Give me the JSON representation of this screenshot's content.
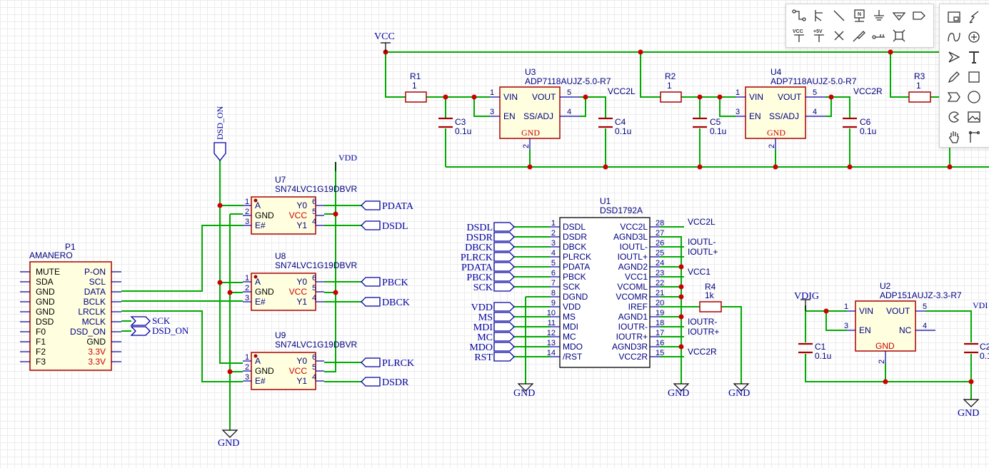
{
  "nets": {
    "vcc": "VCC",
    "vdd": "VDD",
    "vdig": "VDIG",
    "vdig_right": "VDI",
    "dsd_on": "DSD_ON",
    "gnd": "GND",
    "pdata": "PDATA",
    "dsdl": "DSDL",
    "pbck": "PBCK",
    "dbck": "DBCK",
    "plrck": "PLRCK",
    "dsdr": "DSDR",
    "sck": "SCK",
    "vcc2l": "VCC2L",
    "vcc2r": "VCC2R",
    "iout_l_neg": "IOUTL-",
    "iout_l_pos": "IOUTL+",
    "vcc1": "VCC1",
    "iout_r_neg": "IOUTR-",
    "iout_r_pos": "IOUTR+"
  },
  "left_flags": [
    "DSDL",
    "DSDR",
    "DBCK",
    "PLRCK",
    "PDATA",
    "PBCK",
    "SCK",
    "VDD",
    "MS",
    "MDI",
    "MC",
    "MDO",
    "RST"
  ],
  "components": {
    "p1": {
      "ref": "P1",
      "part": "AMANERO",
      "left_pins": [
        "MUTE",
        "SDA",
        "GND",
        "GND",
        "GND",
        "DSD",
        "F0",
        "F1",
        "F2",
        "F3"
      ],
      "right_pins": [
        "P-ON",
        "SCL",
        "DATA",
        "BCLK",
        "LRCLK",
        "MCLK",
        "DSD_ON",
        "GND",
        "3.3V",
        "3.3V"
      ]
    },
    "buffer": {
      "part": "SN74LVC1G19DBVR",
      "refs": [
        "U7",
        "U8",
        "U9"
      ],
      "left_pins": [
        "A",
        "GND",
        "E#"
      ],
      "right_pins": [
        "Y0",
        "VCC",
        "Y1"
      ],
      "left_nums": [
        "1",
        "2",
        "3"
      ],
      "right_nums": [
        "6",
        "5",
        "4"
      ]
    },
    "ldo5": {
      "part": "ADP7118AUJZ-5.0-R7",
      "refs": [
        "U3",
        "U4"
      ],
      "pins": [
        "VIN",
        "VOUT",
        "EN",
        "SS/ADJ",
        "GND"
      ],
      "nums": [
        "1",
        "5",
        "3",
        "4",
        "2"
      ]
    },
    "ldo33": {
      "ref": "U2",
      "part": "ADP151AUJZ-3.3-R7",
      "pins": [
        "VIN",
        "VOUT",
        "EN",
        "NC",
        "GND"
      ],
      "nums": [
        "1",
        "5",
        "3",
        "4",
        "2"
      ]
    },
    "dac": {
      "ref": "U1",
      "part": "DSD1792A",
      "left_pins": [
        "DSDL",
        "DSDR",
        "DBCK",
        "PLRCK",
        "PDATA",
        "PBCK",
        "SCK",
        "DGND",
        "VDD",
        "MS",
        "MDI",
        "MC",
        "MDO",
        "/RST"
      ],
      "left_nums": [
        "1",
        "2",
        "3",
        "4",
        "5",
        "6",
        "7",
        "8",
        "9",
        "10",
        "11",
        "12",
        "13",
        "14"
      ],
      "right_pins": [
        "VCC2L",
        "AGND3L",
        "IOUTL-",
        "IOUTL+",
        "AGND2",
        "VCC1",
        "VCOML",
        "VCOMR",
        "IREF",
        "AGND1",
        "IOUTR-",
        "IOUTR+",
        "AGND3R",
        "VCC2R"
      ],
      "right_nums": [
        "28",
        "27",
        "26",
        "25",
        "24",
        "23",
        "22",
        "21",
        "20",
        "19",
        "18",
        "17",
        "16",
        "15"
      ]
    },
    "resistors": [
      {
        "ref": "R1",
        "value": "1"
      },
      {
        "ref": "R2",
        "value": "1"
      },
      {
        "ref": "R3",
        "value": "1"
      },
      {
        "ref": "R4",
        "value": "1k"
      }
    ],
    "capacitors": [
      {
        "ref": "C3",
        "value": "0.1u"
      },
      {
        "ref": "C4",
        "value": "0.1u"
      },
      {
        "ref": "C5",
        "value": "0.1u"
      },
      {
        "ref": "C6",
        "value": "0.1u"
      },
      {
        "ref": "C1",
        "value": "0.1u"
      },
      {
        "ref": "C2",
        "value": "0.1"
      }
    ]
  },
  "toolbar": {
    "row1": [
      "wire-tool-icon",
      "bus-entry-icon",
      "line-icon",
      "net-label-icon",
      "ground-icon",
      "ground-triangle-icon",
      "net-port-icon"
    ],
    "row2": [
      "vcc-icon",
      "plus5v-icon",
      "no-connect-icon",
      "probe-icon",
      "pin-icon",
      "bus-icon"
    ],
    "vcc_label": "VCC",
    "plus5v_label": "+5V",
    "net_label_letter": "N"
  },
  "toolbar2": [
    "image-icon",
    "lightning-icon",
    "arc-icon",
    "circle-plus-icon",
    "arrow-icon",
    "text-icon",
    "pencil-icon",
    "rectangle-icon",
    "port-icon",
    "circle-icon",
    "pie-icon",
    "picture-icon",
    "hand-icon",
    "corner-icon"
  ],
  "toolbar2_text_letter": "T"
}
